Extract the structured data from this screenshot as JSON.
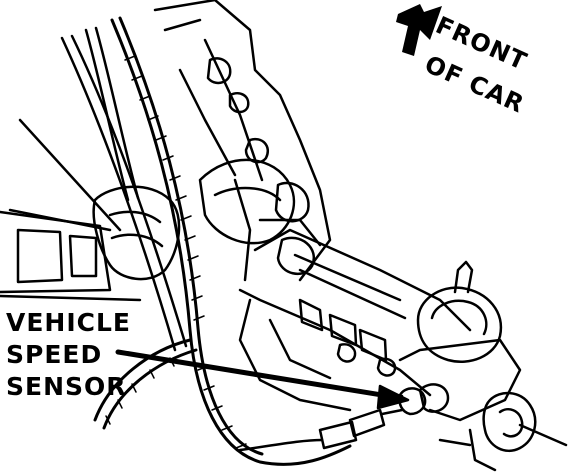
{
  "labels": {
    "sensor_line1": "VEHICLE",
    "sensor_line2": "SPEED",
    "sensor_line3": "SENSOR",
    "direction_line1": "FRONT",
    "direction_line2": "OF CAR"
  },
  "colors": {
    "ink": "#000000",
    "paper": "#ffffff"
  }
}
